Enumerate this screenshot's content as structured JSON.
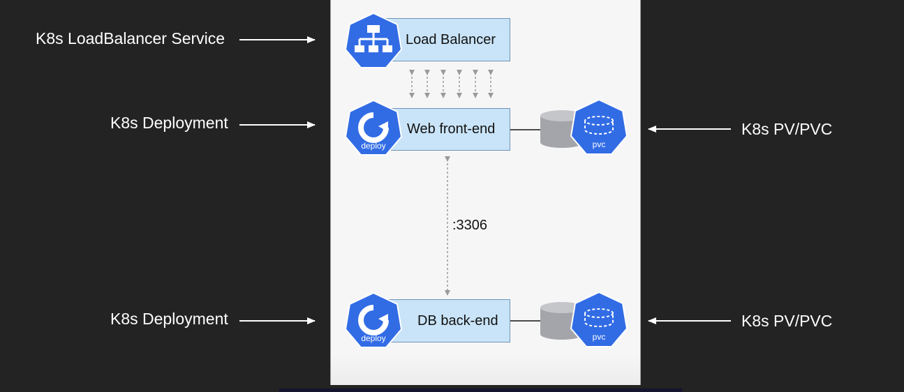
{
  "labels": {
    "left": {
      "loadbalancer": "K8s LoadBalancer Service",
      "deployment_web": "K8s Deployment",
      "deployment_db": "K8s Deployment"
    },
    "right": {
      "pv_web": "K8s PV/PVC",
      "pv_db": "K8s PV/PVC"
    }
  },
  "boxes": {
    "load_balancer": "Load Balancer",
    "web_frontend": "Web front-end",
    "db_backend": "DB back-end"
  },
  "icons": {
    "lb": "network-hierarchy-icon",
    "web_deploy": "deploy-icon",
    "db_deploy": "deploy-icon",
    "web_pvc": "pvc-icon",
    "db_pvc": "pvc-icon",
    "web_disk": "storage-cylinder-icon",
    "db_disk": "storage-cylinder-icon"
  },
  "icon_text": {
    "web_deploy": "deploy",
    "db_deploy": "deploy",
    "web_pvc": "pvc",
    "db_pvc": "pvc"
  },
  "port": ":3306",
  "colors": {
    "background": "#232323",
    "panel": "#f6f6f6",
    "box_fill": "#c9e4f8",
    "k8s_blue": "#326ce5",
    "disk_gray": "#a3a5aa",
    "arrow_gray": "#9a9a9a"
  }
}
